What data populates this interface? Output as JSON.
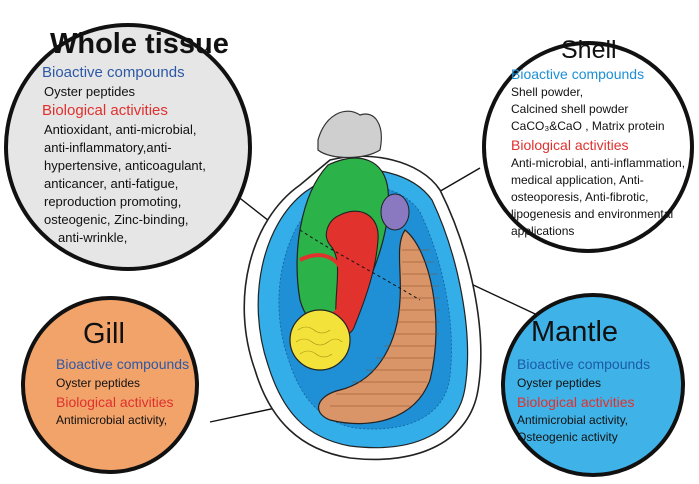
{
  "whole_tissue": {
    "title": "Whole tissue",
    "compounds_heading": "Bioactive compounds",
    "compounds_lines": [
      "Oyster peptides"
    ],
    "activities_heading": "Biological activities",
    "activities_lines": [
      "Antioxidant, anti-microbial,",
      "anti-inflammatory,anti-",
      "hypertensive, anticoagulant,",
      "anticancer, anti-fatigue,",
      "reproduction promoting,",
      "osteogenic, Zinc-binding,",
      "anti-wrinkle,"
    ]
  },
  "shell": {
    "title": "Shell",
    "compounds_heading": "Bioactive compounds",
    "compounds_lines": [
      "Shell powder,",
      "Calcined shell powder",
      "CaCO₃&CaO , Matrix protein"
    ],
    "activities_heading": "Biological activities",
    "activities_lines": [
      "Anti-microbial, anti-inflammation,",
      "medical application, Anti-",
      "osteoporesis, Anti-fibrotic,",
      "lipogenesis and environmental",
      "applications"
    ]
  },
  "gill": {
    "title": "Gill",
    "compounds_heading": "Bioactive compounds",
    "compounds_lines": [
      "Oyster peptides"
    ],
    "activities_heading": "Biological activities",
    "activities_lines": [
      "Antimicrobial activity,"
    ]
  },
  "mantle": {
    "title": "Mantle",
    "compounds_heading": "Bioactive compounds",
    "compounds_lines": [
      "Oyster peptides"
    ],
    "activities_heading": "Biological activities",
    "activities_lines": [
      "Antimicrobial activity,",
      "Osteogenic activity"
    ]
  },
  "colors": {
    "whole_tissue_fill": "#e6e6e6",
    "shell_fill": "#ffffff",
    "gill_fill": "#f2a36a",
    "mantle_fill": "#3fb3e8",
    "heading_blue": "#2d58a6",
    "heading_lightblue": "#1c8fd4",
    "heading_red": "#e0302e",
    "oyster_outer": "#33aee8",
    "oyster_inner": "#1f8fd6",
    "organ_green": "#2bb34a",
    "organ_red": "#e2322d",
    "organ_yellow": "#f3e23a",
    "organ_brown": "#d99568",
    "organ_purple": "#8a78c0"
  }
}
